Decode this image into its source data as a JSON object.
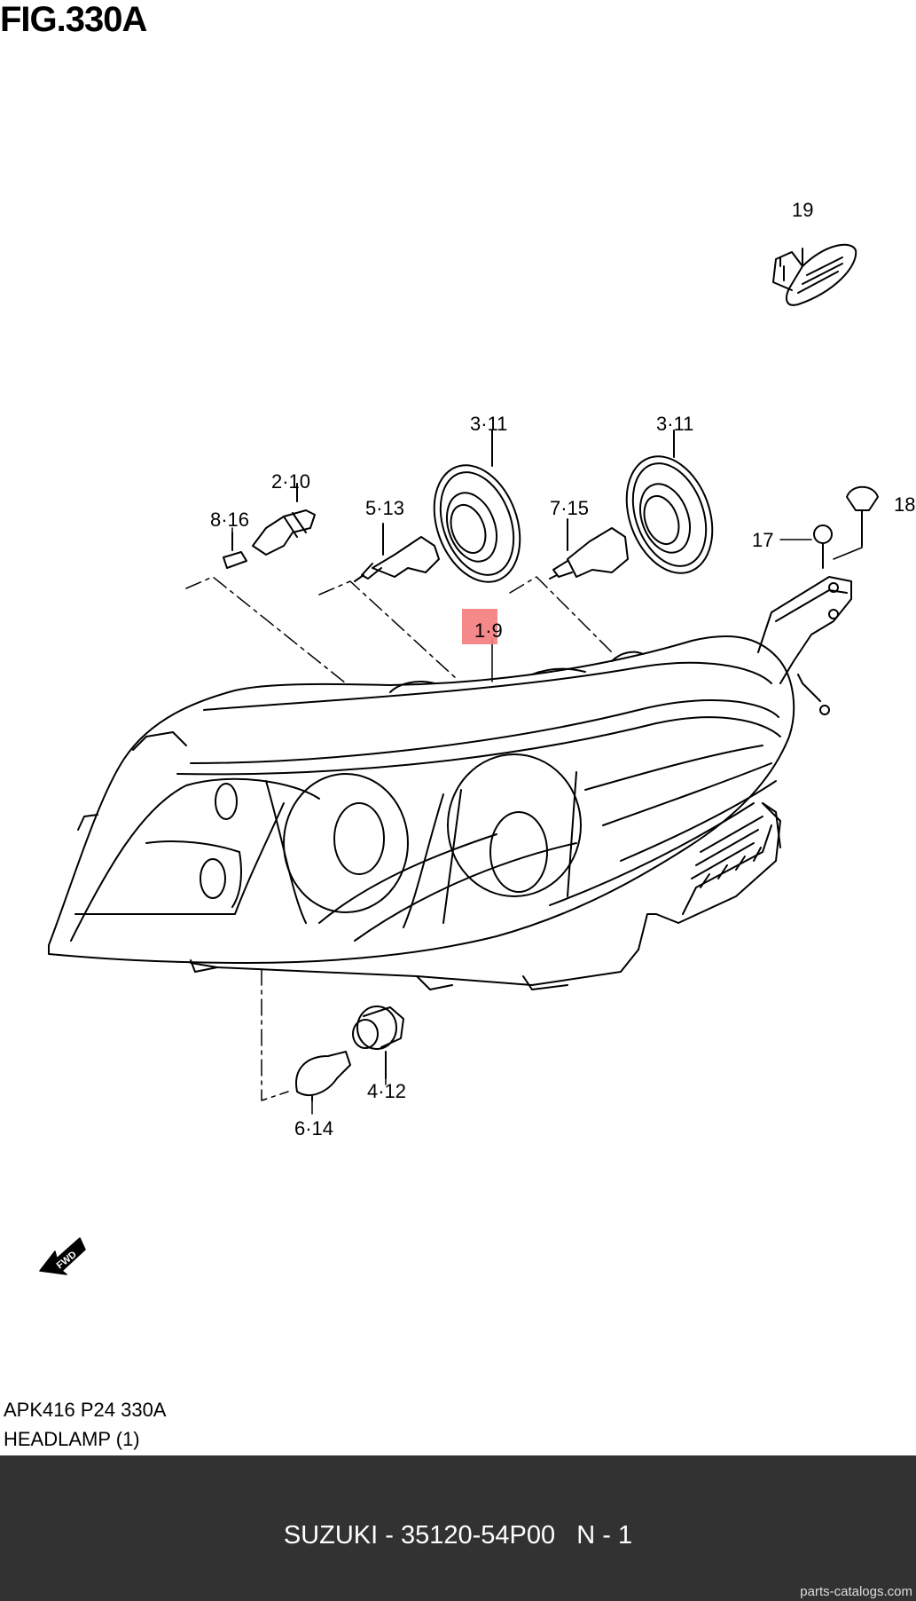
{
  "figure": {
    "title": "FIG.330A"
  },
  "callouts": {
    "c19": "19",
    "c311a": "3·11",
    "c311b": "3·11",
    "c210": "2·10",
    "c816": "8·16",
    "c513": "5·13",
    "c715": "7·15",
    "c18": "18",
    "c17": "17",
    "c19main": "1·9",
    "c412": "4·12",
    "c614": "6·14"
  },
  "fwd_label": "FWD",
  "highlight_color": "#f47c7c",
  "caption": {
    "line1": "APK416 P24 330A",
    "line2": "HEADLAMP (1)"
  },
  "footer": {
    "part_text": "SUZUKI - 35120-54P00   N - 1",
    "credit": "parts-catalogs.com"
  }
}
